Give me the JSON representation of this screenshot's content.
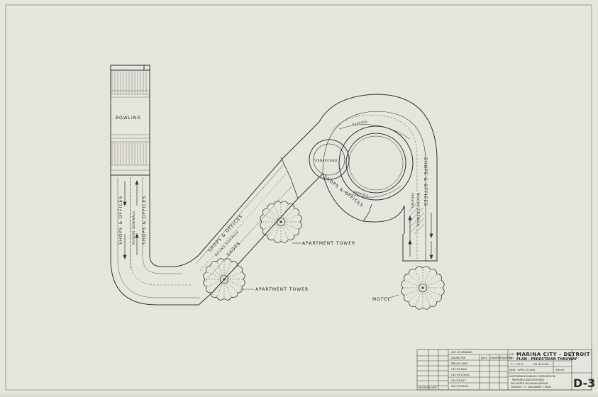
{
  "labels": {
    "bowling": "BOWLING",
    "shops_offices": "SHOPS & OFFICES",
    "moving_sidewalk": "MOVING SIDEWALK",
    "shops": "SHOPS",
    "turnaround": "TURNAROUND",
    "parking": "PARKING",
    "apartment_tower": "APARTMENT TOWER",
    "motel": "MOTEL"
  },
  "title_block": {
    "use_of_drawing": "USE OF DRAWING",
    "rows": [
      "ISSUED FOR",
      "PRELIM. DWG.",
      "OK FOR BIDS",
      "OK FOR CONST.",
      "OK FOR EST.",
      "OK FOR PROD."
    ],
    "col_headers": [
      "DATE",
      "OWNER",
      "ENGINEER"
    ],
    "revision": "REVISION",
    "date_col": "DATE",
    "job_prefix": "JOB",
    "job": "MARINA CITY - DETROIT",
    "sheet_prefix": "DET.",
    "sheet_title": "PLAN - PEDESTRIAN THRUWAY",
    "scale": "1\" = 50'-0\"",
    "drawn_label": "DR. BY",
    "drawn_by": "R.W.K.",
    "date_label": "DATE",
    "date": "APRIL 24,1962",
    "job_no": "JOB NO.",
    "firm_line1": "NORTHERN BUILDINGS CORPORATION",
    "firm_line2": "PREPARED AND DESIGNED",
    "firm_line3": "867 NORTH MICHIGAN AVENUE",
    "firm_line4": "CHICAGO 11 · DELAWARE 7-5828",
    "sheet_no": "D-3"
  }
}
